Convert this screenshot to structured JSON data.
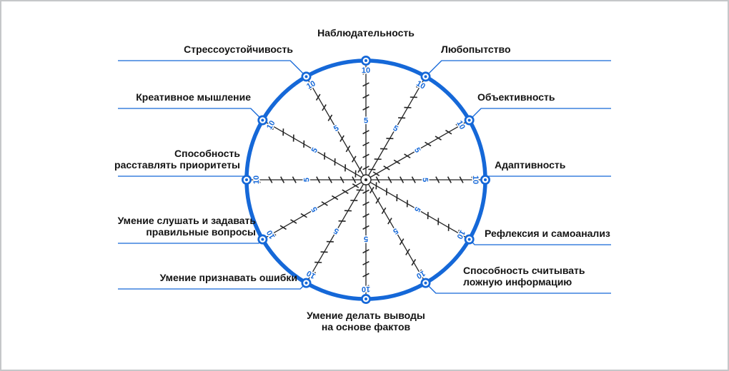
{
  "colors": {
    "accent": "#1568d8",
    "ink": "#242424",
    "label_ink": "#141414",
    "background": "#ffffff",
    "frame_border": "#c5c7c9"
  },
  "scale": {
    "min": 0,
    "max": 10,
    "labeled_ticks": [
      5,
      10
    ]
  },
  "wheel": {
    "type": "skill-wheel",
    "spoke_count": 12,
    "sectors": [
      {
        "clock": 12,
        "label": [
          "Наблюдательность"
        ]
      },
      {
        "clock": 1,
        "label": [
          "Любопытство"
        ]
      },
      {
        "clock": 2,
        "label": [
          "Объективность"
        ]
      },
      {
        "clock": 3,
        "label": [
          "Адаптивность"
        ]
      },
      {
        "clock": 4,
        "label": [
          "Рефлексия и самоанализ"
        ]
      },
      {
        "clock": 5,
        "label": [
          "Способность считывать",
          "ложную информацию"
        ]
      },
      {
        "clock": 6,
        "label": [
          "Умение делать выводы",
          "на основе фактов"
        ]
      },
      {
        "clock": 7,
        "label": [
          "Умение признавать ошибки"
        ]
      },
      {
        "clock": 8,
        "label": [
          "Умение слушать и задавать",
          "правильные вопросы"
        ]
      },
      {
        "clock": 9,
        "label": [
          "Способность",
          "расставлять приоритеты"
        ]
      },
      {
        "clock": 10,
        "label": [
          "Креативное мышление"
        ]
      },
      {
        "clock": 11,
        "label": [
          "Стрессоустойчивость"
        ]
      }
    ]
  }
}
